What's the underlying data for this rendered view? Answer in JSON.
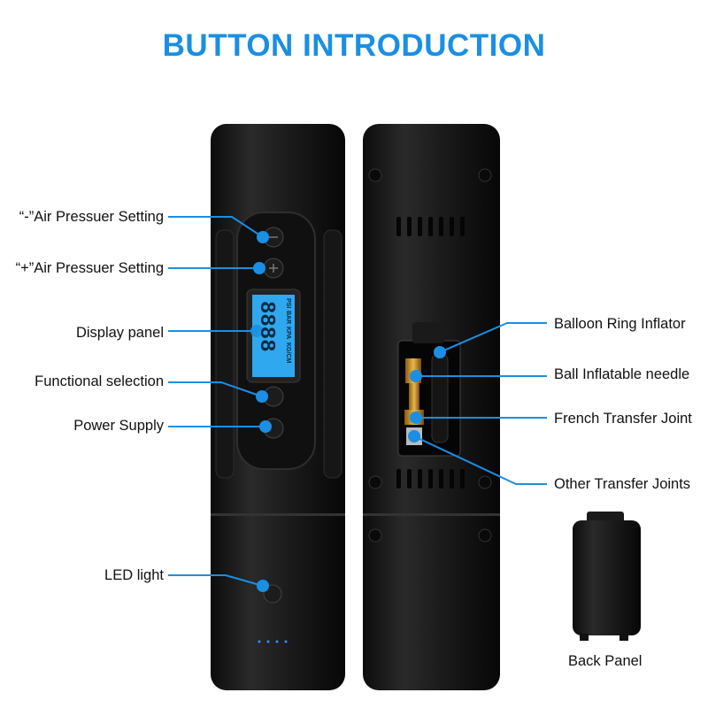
{
  "title": "BUTTON INTRODUCTION",
  "accent_color": "#1a8fe3",
  "left_labels": [
    "“-”Air Pressuer Setting",
    "“+”Air Pressuer Setting",
    "Display panel",
    "Functional selection",
    "Power Supply",
    "LED light"
  ],
  "right_labels": [
    "Balloon Ring Inflator",
    "Ball Inflatable needle",
    "French Transfer Joint",
    "Other Transfer Joints"
  ],
  "back_panel_label": "Back Panel",
  "display": {
    "digits": "8888",
    "units": [
      "PSI",
      "BAR",
      "KPA",
      "KG/CM"
    ]
  }
}
